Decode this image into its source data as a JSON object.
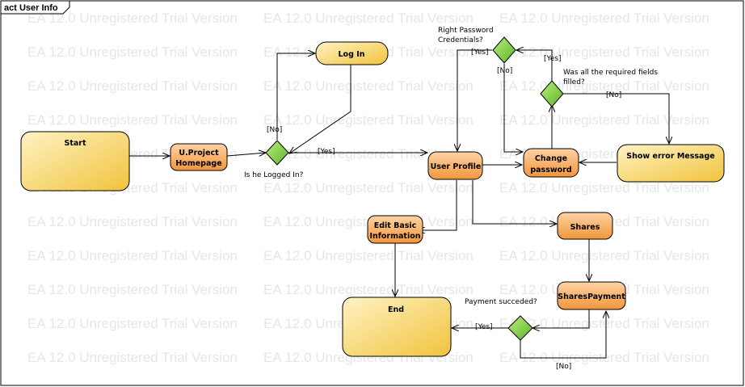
{
  "diagram": {
    "frame_title": "act User Info",
    "watermark_text": "EA 12.0 Unregistered Trial Version",
    "colors": {
      "action_fill_top": "#ffe9a8",
      "action_fill_bottom": "#f3c545",
      "orange_fill_top": "#ffd0a0",
      "orange_fill_bottom": "#f39a3d",
      "decision_fill": "#7cc63b",
      "line": "#000000"
    },
    "nodes": {
      "start": "Start",
      "homepage_line1": "U.Project",
      "homepage_line2": "Homepage",
      "login": "Log In",
      "logged_in_question": "Is he Logged In?",
      "user_profile": "User Profile",
      "change_password_line1": "Change",
      "change_password_line2": "password",
      "show_error": "Show error Message",
      "right_password_line1": "Right Password",
      "right_password_line2": "Credentials?",
      "required_fields_line1": "Was all the required fields",
      "required_fields_line2": "filled?",
      "edit_basic_line1": "Edit Basic",
      "edit_basic_line2": "Information",
      "shares": "Shares",
      "shares_payment": "SharesPayment",
      "payment_question": "Payment succeded?",
      "end": "End"
    },
    "edge_labels": {
      "no_login": "[No]",
      "yes_logged": "[Yes]",
      "yes_password": "[Yes]",
      "no_password": "[No]",
      "yes_fields": "[Yes]",
      "no_fields": "[No]",
      "yes_payment": "[Yes]",
      "no_payment": "[No]"
    }
  }
}
